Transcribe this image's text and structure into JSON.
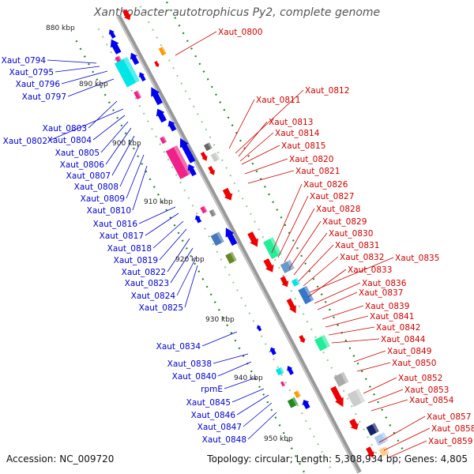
{
  "title": "Xanthobacter autotrophicus Py2, complete genome",
  "footer": {
    "accession_label": "Accession:",
    "accession": "NC_009720",
    "topology_label": "Topology:",
    "topology": "circular",
    "length_label": "Length:",
    "length": "5,308,934 bp",
    "genes_label": "Genes:",
    "genes": "4,805"
  },
  "colors": {
    "backbone": "#999999",
    "forward_label": "#cc0000",
    "reverse_label": "#0000cc",
    "forward_gene": "#ee0000",
    "reverse_gene": "#0000ee",
    "cyan": "#00e5e5",
    "pink": "#ee2288",
    "gray_box": "#aaaaaa",
    "steel_blue": "#4477bb",
    "olive": "#668822",
    "mint": "#22ee99",
    "orange": "#ff9900",
    "light_gray": "#cccccc",
    "dark_navy": "#112266",
    "tick_green": "#228822"
  },
  "tick_labels": [
    "880 kbp",
    "890 kbp",
    "900 kbp",
    "910 kbp",
    "920 kbp",
    "930 kbp",
    "940 kbp",
    "950 kbp"
  ],
  "reverse_labels": [
    "Xaut_0794",
    "Xaut_0795",
    "Xaut_0796",
    "Xaut_0797",
    "Xaut_0803",
    "Xaut_0802",
    "Xaut_0804",
    "Xaut_0805",
    "Xaut_0806",
    "Xaut_0807",
    "Xaut_0808",
    "Xaut_0809",
    "Xaut_0810",
    "Xaut_0816",
    "Xaut_0817",
    "Xaut_0818",
    "Xaut_0819",
    "Xaut_0822",
    "Xaut_0823",
    "Xaut_0824",
    "Xaut_0825",
    "Xaut_0834",
    "Xaut_0838",
    "Xaut_0840",
    "rpmE",
    "Xaut_0845",
    "Xaut_0846",
    "Xaut_0847",
    "Xaut_0848"
  ],
  "forward_labels": [
    "Xaut_0800",
    "Xaut_0811",
    "Xaut_0812",
    "Xaut_0813",
    "Xaut_0814",
    "Xaut_0815",
    "Xaut_0820",
    "Xaut_0821",
    "Xaut_0826",
    "Xaut_0827",
    "Xaut_0828",
    "Xaut_0829",
    "Xaut_0830",
    "Xaut_0831",
    "Xaut_0832",
    "Xaut_0835",
    "Xaut_0833",
    "Xaut_0836",
    "Xaut_0837",
    "Xaut_0839",
    "Xaut_0841",
    "Xaut_0842",
    "Xaut_0844",
    "Xaut_0849",
    "Xaut_0850",
    "Xaut_0852",
    "Xaut_0853",
    "Xaut_0854",
    "Xaut_0857",
    "Xaut_0858",
    "Xaut_0859"
  ]
}
